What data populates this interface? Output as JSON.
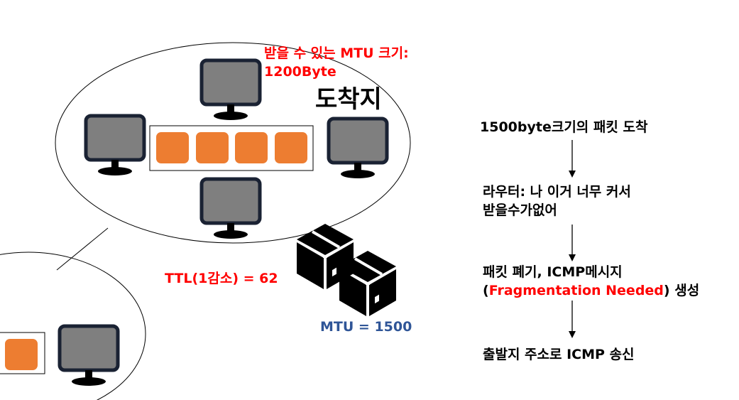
{
  "destination": {
    "title": "도착지",
    "mtu_capacity_line1": "받을 수 있는 MTU 크기:",
    "mtu_capacity_line2": "1200Byte"
  },
  "network": {
    "ttl_text": "TTL(1감소) = 62",
    "mtu_text": "MTU = 1500"
  },
  "flow": {
    "step1": "1500byte크기의 패킷 도착",
    "step2_line1": "라우터: 나 이거 너무 커서",
    "step2_line2": "받을수가없어",
    "step3_line1": "패킷 폐기, ICMP메시지",
    "step3_open": "(",
    "step3_highlight": "Fragmentation Needed",
    "step3_close": ") 생성",
    "step4": "출발지 주소로 ICMP 송신"
  },
  "colors": {
    "red": "#ff0000",
    "blue": "#2f5597",
    "packet": "#ed7d31",
    "monitor_screen": "#7f7f7f",
    "monitor_frame": "#1a2233"
  },
  "icons": {
    "computer": "monitor-icon",
    "packet": "packet-block",
    "box": "package-box-icon"
  }
}
